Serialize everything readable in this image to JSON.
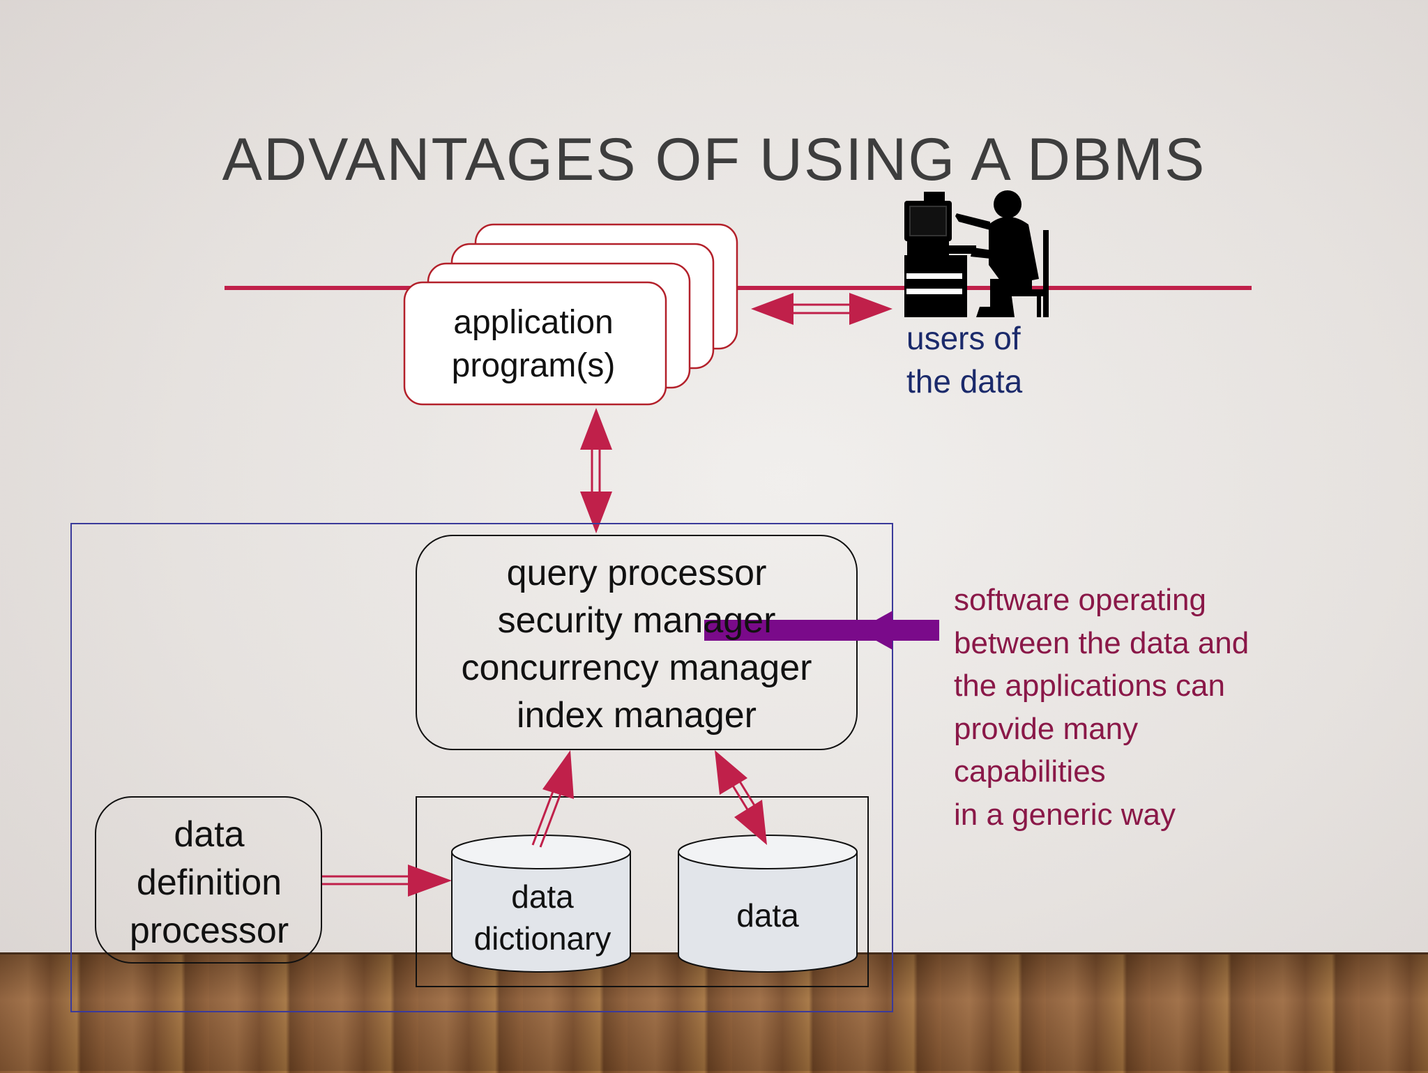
{
  "slide": {
    "title": "ADVANTAGES OF USING A DBMS"
  },
  "diagram": {
    "application_programs": [
      "application",
      "program(s)"
    ],
    "users": [
      "users of",
      "the data"
    ],
    "dbms_components": [
      "query processor",
      "security manager",
      "concurrency manager",
      "index manager"
    ],
    "data_definition_processor": [
      "data",
      "definition",
      "processor"
    ],
    "data_dictionary": [
      "data",
      "dictionary"
    ],
    "data_store": "data",
    "note": [
      "software operating",
      "between the data and",
      "the applications can",
      "provide many",
      "capabilities",
      "in a generic way"
    ]
  },
  "colors": {
    "title": "#3d3d3d",
    "arrow": "#c0204a",
    "app_box_border": "#b3202a",
    "dbms_border": "#3a3a9a",
    "purple_arrow": "#7a0a8a",
    "users_text": "#1b2a6b",
    "note_text": "#8a1848"
  },
  "icons": {
    "users": "computer-user-icon"
  }
}
